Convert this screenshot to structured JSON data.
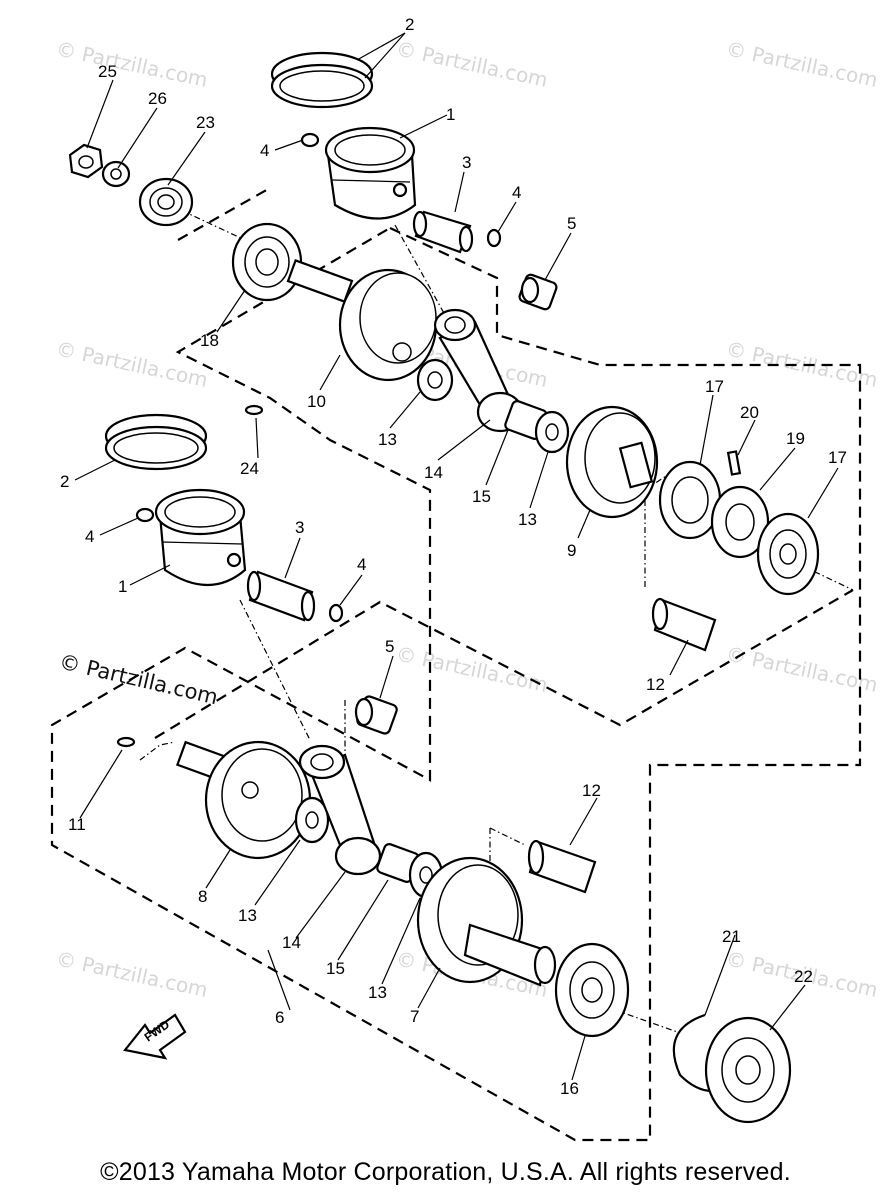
{
  "copyright": "©2013 Yamaha Motor Corporation, U.S.A. All rights reserved.",
  "watermark": "© Partzilla.com",
  "fwd_label": "FWD",
  "callouts": {
    "c1a": "1",
    "c1b": "1",
    "c2a": "2",
    "c2b": "2",
    "c3a": "3",
    "c3b": "3",
    "c4a": "4",
    "c4b": "4",
    "c4c": "4",
    "c4d": "4",
    "c5a": "5",
    "c5b": "5",
    "c6": "6",
    "c7": "7",
    "c8": "8",
    "c9": "9",
    "c10": "10",
    "c11": "11",
    "c12a": "12",
    "c12b": "12",
    "c13a": "13",
    "c13b": "13",
    "c13c": "13",
    "c13d": "13",
    "c14a": "14",
    "c14b": "14",
    "c15a": "15",
    "c15b": "15",
    "c16": "16",
    "c17a": "17",
    "c17b": "17",
    "c18": "18",
    "c19": "19",
    "c20": "20",
    "c21": "21",
    "c22": "22",
    "c23": "23",
    "c24": "24",
    "c25": "25",
    "c26": "26"
  }
}
